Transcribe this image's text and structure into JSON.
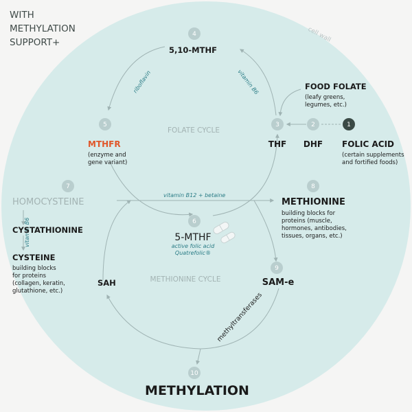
{
  "header": {
    "line1": "WITH",
    "line2": "METHYLATION",
    "line3": "SUPPORT+"
  },
  "cell_wall": "cell wall",
  "folate_cycle": "FOLATE CYCLE",
  "methionine_cycle": "METHIONINE CYCLE",
  "nodes": {
    "n1": {
      "num": "1",
      "title": "FOLIC ACID",
      "desc1": "(certain supplements",
      "desc2": "and fortified foods)"
    },
    "n2": {
      "num": "2",
      "title": "DHF"
    },
    "n3": {
      "num": "3",
      "title": "THF"
    },
    "n4": {
      "num": "4",
      "title": "5,10-MTHF"
    },
    "n5": {
      "num": "5",
      "title": "MTHFR",
      "desc1": "(enzyme and",
      "desc2": "gene variant)"
    },
    "n6": {
      "num": "6",
      "title": "5-MTHF",
      "sub1": "active folic acid",
      "sub2": "Quatrefolic®"
    },
    "n7": {
      "num": "7",
      "title": "HOMOCYSTEINE"
    },
    "n8": {
      "num": "8",
      "title": "METHIONINE",
      "desc1": "building blocks for",
      "desc2": "proteins (muscle,",
      "desc3": "hormones, antibodies,",
      "desc4": "tissues, organs, etc.)"
    },
    "n9": {
      "num": "9",
      "title": "SAM-e"
    },
    "n10": {
      "num": "10",
      "title": "METHYLATION"
    }
  },
  "food_folate": {
    "title": "FOOD FOLATE",
    "desc1": "(leafy greens,",
    "desc2": "legumes, etc.)"
  },
  "cystathionine": "CYSTATHIONINE",
  "cysteine": {
    "title": "CYSTEINE",
    "desc1": "building blocks",
    "desc2": "for proteins",
    "desc3": "(collagen, keratin,",
    "desc4": "glutathione, etc.)"
  },
  "sah": "SAH",
  "cofactors": {
    "riboflavin": "riboflavin",
    "vitamin_b6_top": "vitamin B6",
    "b12_betaine": "vitamin B12 + betaine",
    "vitamin_b6_left": "vitamin B6",
    "methyltransferases": "methyltransferases"
  },
  "colors": {
    "cell_fill": "#d6ebea",
    "badge": "#b9cece",
    "badge_dark": "#3b4a46",
    "accent_orange": "#e0572a",
    "teal_text": "#2a7c86",
    "arrow": "#9fb3b3",
    "grey_text": "#a3b3b3"
  },
  "icons": {
    "capsule": "capsule-icon"
  }
}
